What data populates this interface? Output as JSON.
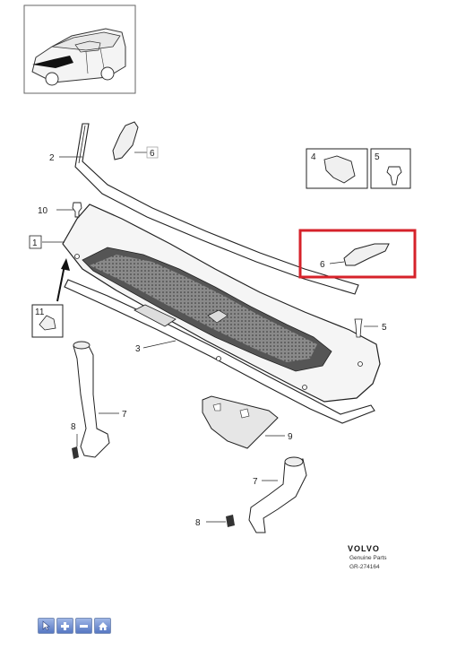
{
  "callouts": {
    "c1": "1",
    "c2": "2",
    "c3": "3",
    "c4": "4",
    "c5a": "5",
    "c5b": "5",
    "c6a": "6",
    "c6b": "6",
    "c7a": "7",
    "c7b": "7",
    "c8a": "8",
    "c8b": "8",
    "c9": "9",
    "c10": "10",
    "c11": "11"
  },
  "footer": {
    "brand": "VOLVO",
    "subtitle": "Genuine Parts",
    "code": "GR-274164"
  },
  "toolbar": {
    "icons": [
      "pointer-icon",
      "zoom-in-icon",
      "zoom-out-icon",
      "home-icon"
    ]
  },
  "colors": {
    "highlight": "#d6222a",
    "toolbar": "#5677c2"
  }
}
